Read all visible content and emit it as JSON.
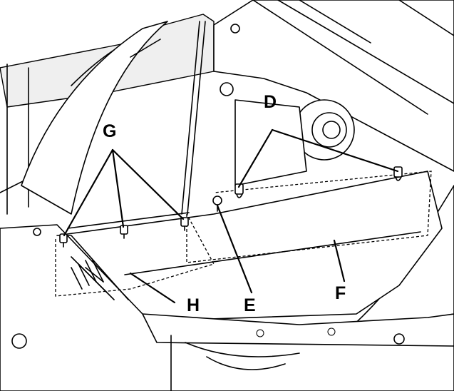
{
  "labels": {
    "G": "G",
    "D": "D",
    "E": "E",
    "H": "H",
    "F": "F"
  }
}
